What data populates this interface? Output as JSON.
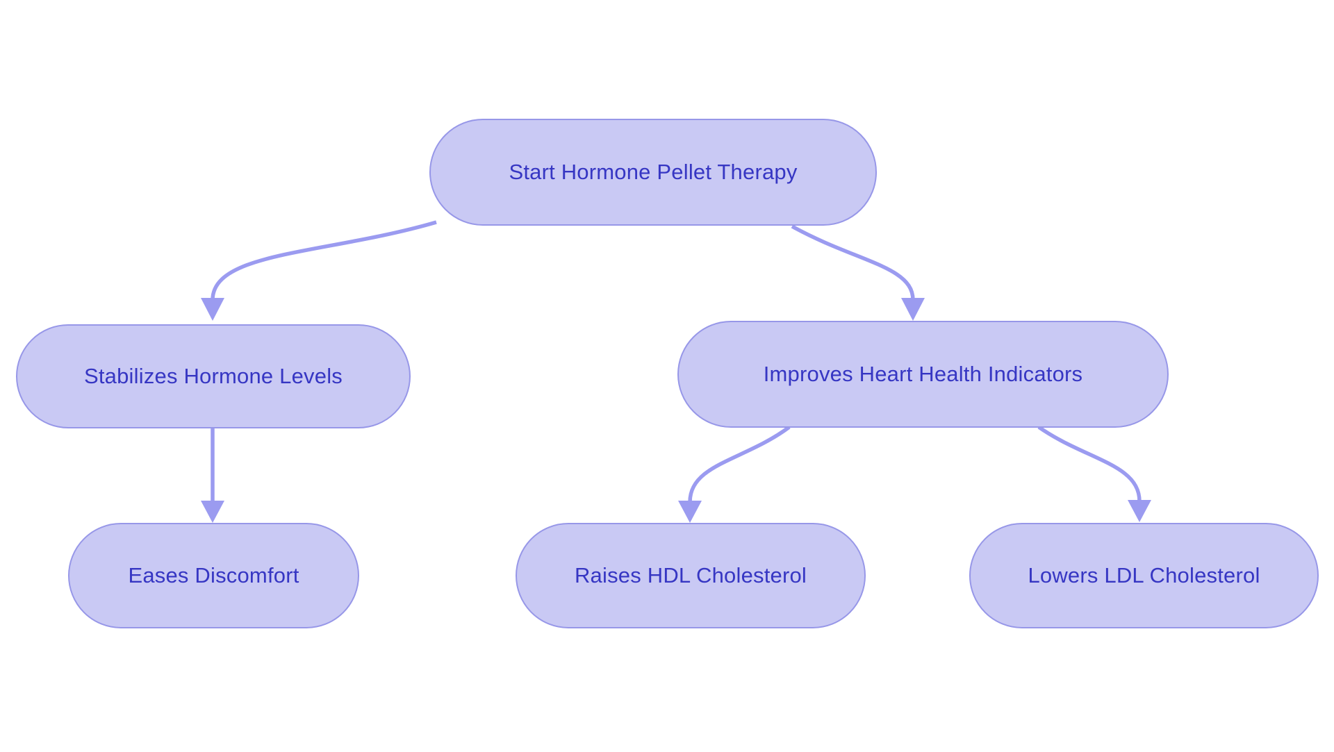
{
  "diagram": {
    "type": "flowchart",
    "direction": "top-down",
    "colors": {
      "background": "#ffffff",
      "node_fill": "#c9c9f4",
      "node_border": "#9797e8",
      "edge_color": "#9b9bf0",
      "text_color": "#3636c3"
    },
    "nodes": [
      {
        "id": "start",
        "label": "Start Hormone Pellet Therapy",
        "row": "top"
      },
      {
        "id": "stabilizes",
        "label": "Stabilizes Hormone Levels",
        "row": "middle"
      },
      {
        "id": "improves",
        "label": "Improves Heart Health Indicators",
        "row": "middle"
      },
      {
        "id": "eases",
        "label": "Eases Discomfort",
        "row": "bottom"
      },
      {
        "id": "raises",
        "label": "Raises HDL Cholesterol",
        "row": "bottom"
      },
      {
        "id": "lowers",
        "label": "Lowers LDL Cholesterol",
        "row": "bottom"
      }
    ],
    "edges": [
      {
        "from": "start",
        "to": "stabilizes",
        "style": "curved-arrow"
      },
      {
        "from": "start",
        "to": "improves",
        "style": "curved-arrow"
      },
      {
        "from": "stabilizes",
        "to": "eases",
        "style": "straight-arrow"
      },
      {
        "from": "improves",
        "to": "raises",
        "style": "curved-arrow"
      },
      {
        "from": "improves",
        "to": "lowers",
        "style": "curved-arrow"
      }
    ]
  }
}
